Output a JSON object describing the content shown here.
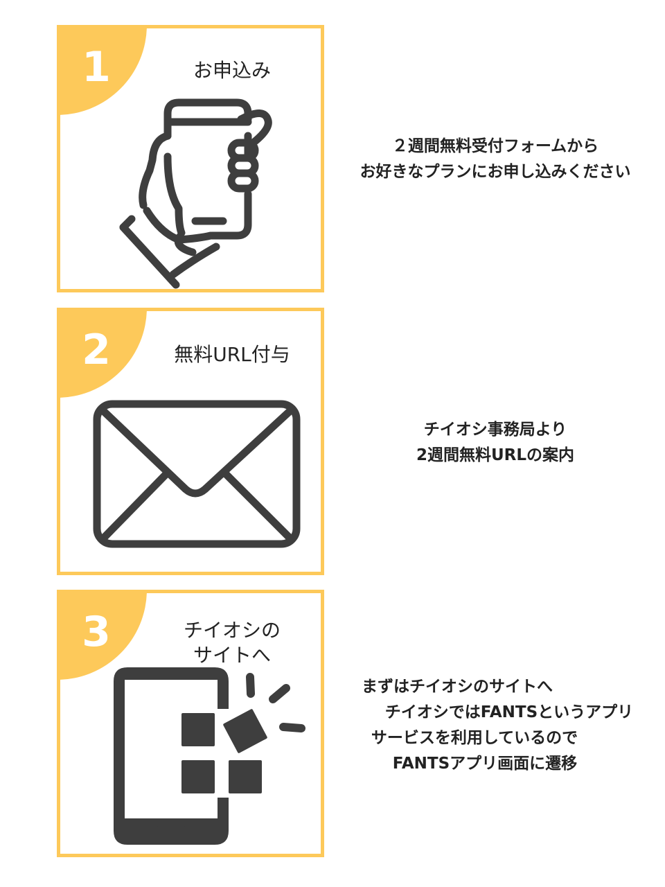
{
  "steps": [
    {
      "number": "1",
      "title": "お申込み",
      "icon": "hand-holding-phone-icon",
      "description": [
        "２週間無料受付フォームから",
        "お好きなプランにお申し込みください"
      ]
    },
    {
      "number": "2",
      "title": "無料URL付与",
      "icon": "envelope-icon",
      "description": [
        "チイオシ事務局より",
        "2週間無料URLの案内"
      ]
    },
    {
      "number": "3",
      "title": [
        "チイオシの",
        "サイトへ"
      ],
      "icon": "phone-app-transition-icon",
      "description": [
        "まずはチイオシのサイトへ",
        "チイオシではFANTSというアプリ",
        "サービスを利用しているので",
        "FANTSアプリ画面に遷移"
      ]
    }
  ],
  "colors": {
    "accent": "#FDC95A",
    "icon": "#3E3E3E",
    "text": "#222222"
  }
}
